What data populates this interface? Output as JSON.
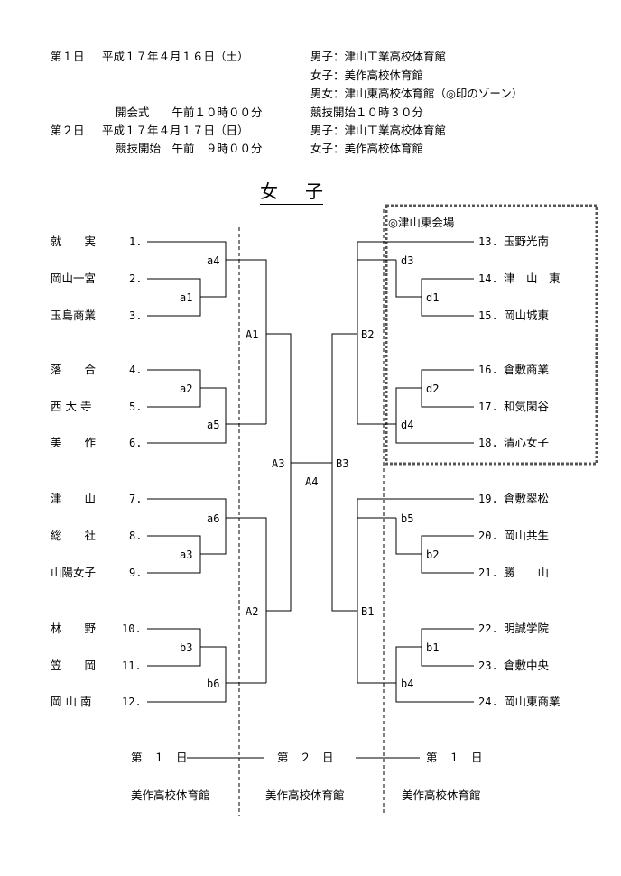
{
  "schedule": [
    {
      "day": "第１日",
      "date": "平成１７年４月１６日（土）",
      "venue": "男子：津山工業高校体育館"
    },
    {
      "venue": "女子：美作高校体育館"
    },
    {
      "venue": "男女：津山東高校体育館（◎印のゾーン）"
    },
    {
      "day": "",
      "date": "開会式　　午前１０時００分",
      "venue": "競技開始１０時３０分"
    },
    {
      "day": "第２日",
      "date": "平成１７年４月１７日（日）",
      "venue": "男子：津山工業高校体育館"
    },
    {
      "day": "",
      "date": "競技開始　午前　９時００分",
      "venue": "女子：美作高校体育館"
    }
  ],
  "title": "女子",
  "zone_label": "◎津山東会場",
  "left_teams": [
    {
      "name": "就　　実",
      "num": "1."
    },
    {
      "name": "岡山一宮",
      "num": "2."
    },
    {
      "name": "玉島商業",
      "num": "3."
    },
    {
      "name": "落　　合",
      "num": "4."
    },
    {
      "name": "西 大 寺",
      "num": "5."
    },
    {
      "name": "美　　作",
      "num": "6."
    },
    {
      "name": "津　　山",
      "num": "7."
    },
    {
      "name": "総　　社",
      "num": "8."
    },
    {
      "name": "山陽女子",
      "num": "9."
    },
    {
      "name": "林　　野",
      "num": "10."
    },
    {
      "name": "笠　　岡",
      "num": "11."
    },
    {
      "name": "岡 山 南",
      "num": "12."
    }
  ],
  "right_teams": [
    {
      "num": "13.",
      "name": "玉野光南"
    },
    {
      "num": "14.",
      "name": "津　山　東"
    },
    {
      "num": "15.",
      "name": "岡山城東"
    },
    {
      "num": "16.",
      "name": "倉敷商業"
    },
    {
      "num": "17.",
      "name": "和気閑谷"
    },
    {
      "num": "18.",
      "name": "清心女子"
    },
    {
      "num": "19.",
      "name": "倉敷翠松"
    },
    {
      "num": "20.",
      "name": "岡山共生"
    },
    {
      "num": "21.",
      "name": "勝　　山"
    },
    {
      "num": "22.",
      "name": "明誠学院"
    },
    {
      "num": "23.",
      "name": "倉敷中央"
    },
    {
      "num": "24.",
      "name": "岡山東商業"
    }
  ],
  "match_labels": {
    "a1": "a1",
    "a2": "a2",
    "a3": "a3",
    "a4": "a4",
    "a5": "a5",
    "a6": "a6",
    "b1": "b1",
    "b2": "b2",
    "b3": "b3",
    "b4": "b4",
    "b5": "b5",
    "b6": "b6",
    "d1": "d1",
    "d2": "d2",
    "d3": "d3",
    "d4": "d4",
    "A1": "A1",
    "A2": "A2",
    "A3": "A3",
    "A4": "A4",
    "B1": "B1",
    "B2": "B2",
    "B3": "B3"
  },
  "footer": {
    "day_left": "第　１　日",
    "day_mid": "第　２　日",
    "day_right": "第　１　日",
    "venue_left": "美作高校体育館",
    "venue_mid": "美作高校体育館",
    "venue_right": "美作高校体育館"
  }
}
